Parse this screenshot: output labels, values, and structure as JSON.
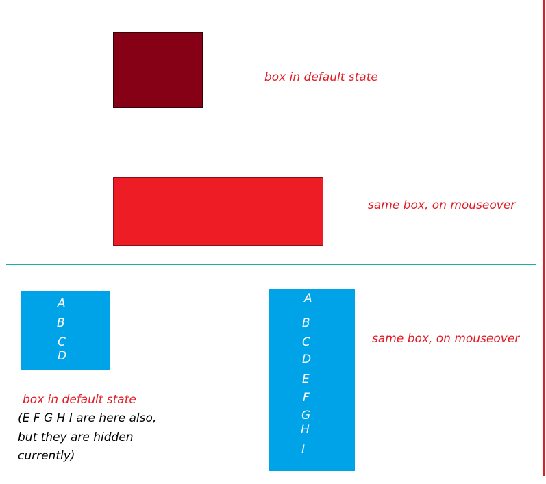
{
  "colors": {
    "dark_red": "#860016",
    "red": "#ee1c25",
    "blue": "#00a2e8",
    "annotation_red": "#e31b23",
    "divider_teal": "#1aaf9e"
  },
  "top_section": {
    "default_label": "box in default state",
    "hover_label": "same box, on mouseover"
  },
  "bottom_section": {
    "hover_label": "same box, on mouseover",
    "default_label": "box in default state",
    "hidden_note_line1": "(E F G H I are here also,",
    "hidden_note_line2": "but they are hidden",
    "hidden_note_line3": "currently)",
    "default_letters": [
      "A",
      "B",
      "C",
      "D"
    ],
    "hover_letters": [
      "A",
      "B",
      "C",
      "D",
      "E",
      "F",
      "G",
      "H",
      "I"
    ]
  }
}
